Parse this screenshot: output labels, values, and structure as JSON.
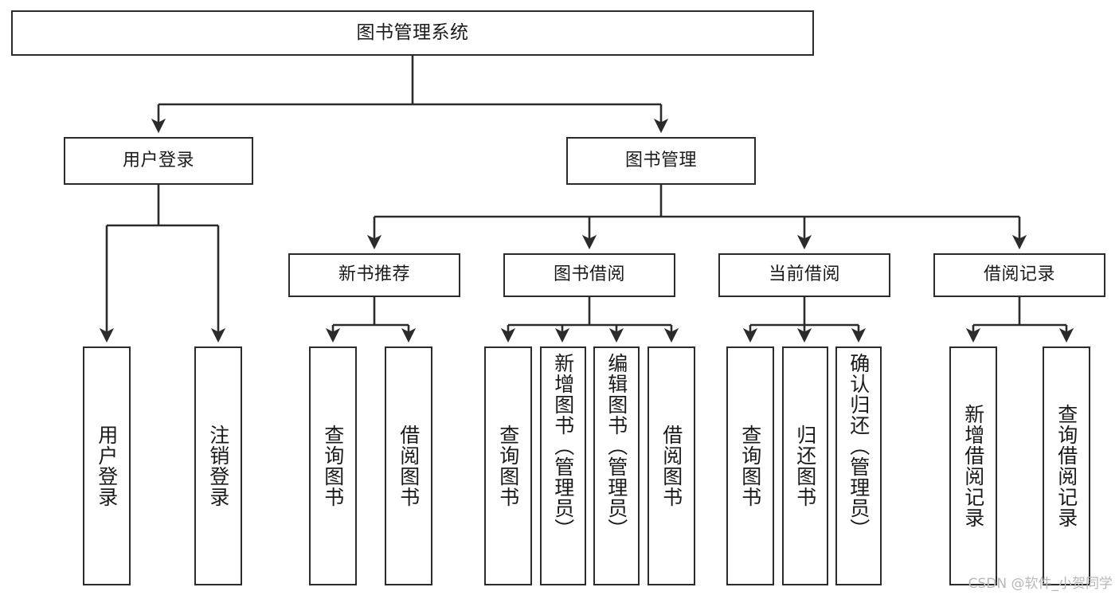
{
  "diagram": {
    "title": "图书管理系统",
    "type": "tree",
    "background": "#ffffff",
    "line_color": "#2b2b2b",
    "text_color": "#1a1a1a"
  },
  "nodes": {
    "root": {
      "label": "图书管理系统"
    },
    "level1": [
      {
        "id": "user-login",
        "label": "用户登录"
      },
      {
        "id": "book-manage",
        "label": "图书管理"
      }
    ],
    "level2": [
      {
        "id": "new-book-recommend",
        "label": "新书推荐"
      },
      {
        "id": "book-borrow",
        "label": "图书借阅"
      },
      {
        "id": "current-borrow",
        "label": "当前借阅"
      },
      {
        "id": "borrow-record",
        "label": "借阅记录"
      }
    ],
    "leaves": {
      "user_login": [
        {
          "id": "leaf-user-login",
          "label": "用户登录"
        },
        {
          "id": "leaf-logout",
          "label": "注销登录"
        }
      ],
      "new_book_recommend": [
        {
          "id": "leaf-query-book-1",
          "label": "查询图书"
        },
        {
          "id": "leaf-borrow-book-1",
          "label": "借阅图书"
        }
      ],
      "book_borrow": [
        {
          "id": "leaf-query-book-2",
          "label": "查询图书"
        },
        {
          "id": "leaf-add-book",
          "label": "新增图书（管理员）"
        },
        {
          "id": "leaf-edit-book",
          "label": "编辑图书（管理员）"
        },
        {
          "id": "leaf-borrow-book-2",
          "label": "借阅图书"
        }
      ],
      "current_borrow": [
        {
          "id": "leaf-query-book-3",
          "label": "查询图书"
        },
        {
          "id": "leaf-return-book",
          "label": "归还图书"
        },
        {
          "id": "leaf-confirm-return",
          "label": "确认归还（管理员）"
        }
      ],
      "borrow_record": [
        {
          "id": "leaf-add-record",
          "label": "新增借阅记录"
        },
        {
          "id": "leaf-query-record",
          "label": "查询借阅记录"
        }
      ]
    }
  },
  "watermark": {
    "text": "CSDN @软件_小贺同学"
  }
}
